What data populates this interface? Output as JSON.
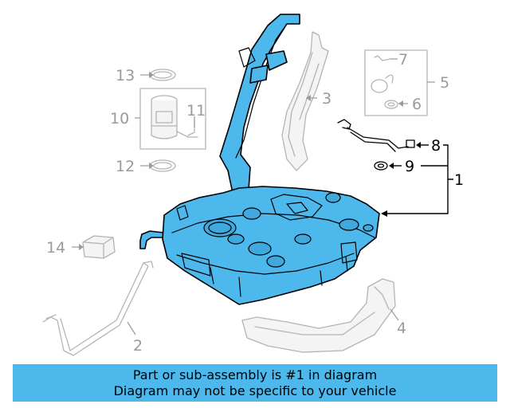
{
  "callouts": {
    "c1": "1",
    "c2": "2",
    "c3": "3",
    "c4": "4",
    "c5": "5",
    "c6": "6",
    "c7": "7",
    "c8": "8",
    "c9": "9",
    "c10": "10",
    "c11": "11",
    "c12": "12",
    "c13": "13",
    "c14": "14"
  },
  "banner": {
    "line1": "Part or sub-assembly is #1 in diagram",
    "line2": "Diagram may not be specific to your vehicle"
  },
  "colors": {
    "highlight": "#4cb8ec",
    "ghost_parts": "#b4b4b4"
  }
}
